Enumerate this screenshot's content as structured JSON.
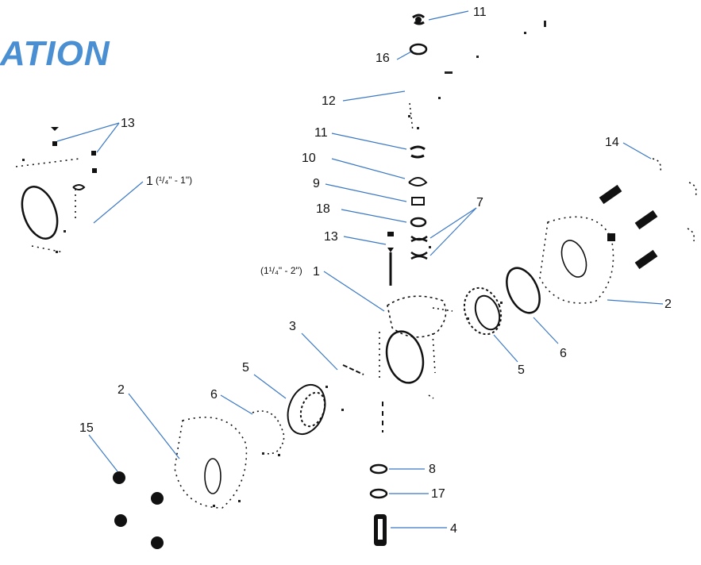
{
  "title": "ATION",
  "callouts": {
    "c11_top": "11",
    "c16": "16",
    "c12": "12",
    "c11_mid": "11",
    "c10": "10",
    "c9": "9",
    "c18": "18",
    "c7": "7",
    "c13_mid": "13",
    "c1_large": "1",
    "c1_large_range": "(1¹/₄\" - 2\")",
    "c13_left": "13",
    "c1_small": "1",
    "c1_small_range": "(¹/₄\" - 1\")",
    "c14": "14",
    "c2_right": "2",
    "c6_right": "6",
    "c5_right": "5",
    "c3": "3",
    "c5_left": "5",
    "c2_left": "2",
    "c6_left": "6",
    "c15": "15",
    "c8": "8",
    "c17": "17",
    "c4": "4"
  },
  "colors": {
    "accent": "#4a8fd2",
    "leader": "#3b78c4",
    "ink": "#111111"
  }
}
